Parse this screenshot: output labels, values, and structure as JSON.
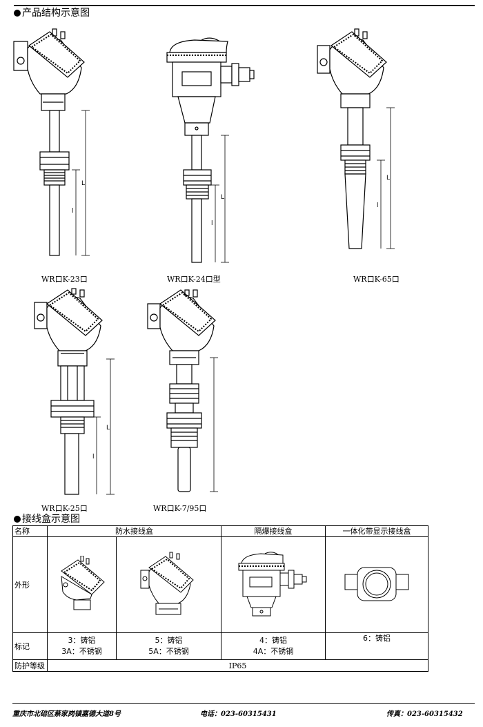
{
  "section1": {
    "title": "产品结构示意图"
  },
  "models": [
    {
      "label": "WR口K-23口"
    },
    {
      "label": "WR口K-24口型"
    },
    {
      "label": "WR口K-65口"
    },
    {
      "label": "WR口K-25口"
    },
    {
      "label": "WR口K-7/95口"
    }
  ],
  "dim_labels": {
    "L": "L",
    "l": "l"
  },
  "section2": {
    "title": "接线盒示意图"
  },
  "table": {
    "header": {
      "name": "名称",
      "waterproof": "防水接线盒",
      "explosion": "隔爆接线盒",
      "display": "一体化带显示接线盒"
    },
    "shape_label": "外形",
    "mark_label": "标记",
    "marks": {
      "col1": [
        "3：铸铝",
        "3A：不锈钢"
      ],
      "col2": [
        "5：铸铝",
        "5A：不锈钢"
      ],
      "col3": [
        "4：铸铝",
        "4A：不锈钢"
      ],
      "col4": [
        "6：铸铝"
      ]
    },
    "protection_label": "防护等级",
    "protection_value": "IP65"
  },
  "footer": {
    "address": "重庆市北碚区蔡家岗镇嘉德大道8号",
    "phone": "电话：023-60315431",
    "fax": "传真：023-60315432"
  }
}
